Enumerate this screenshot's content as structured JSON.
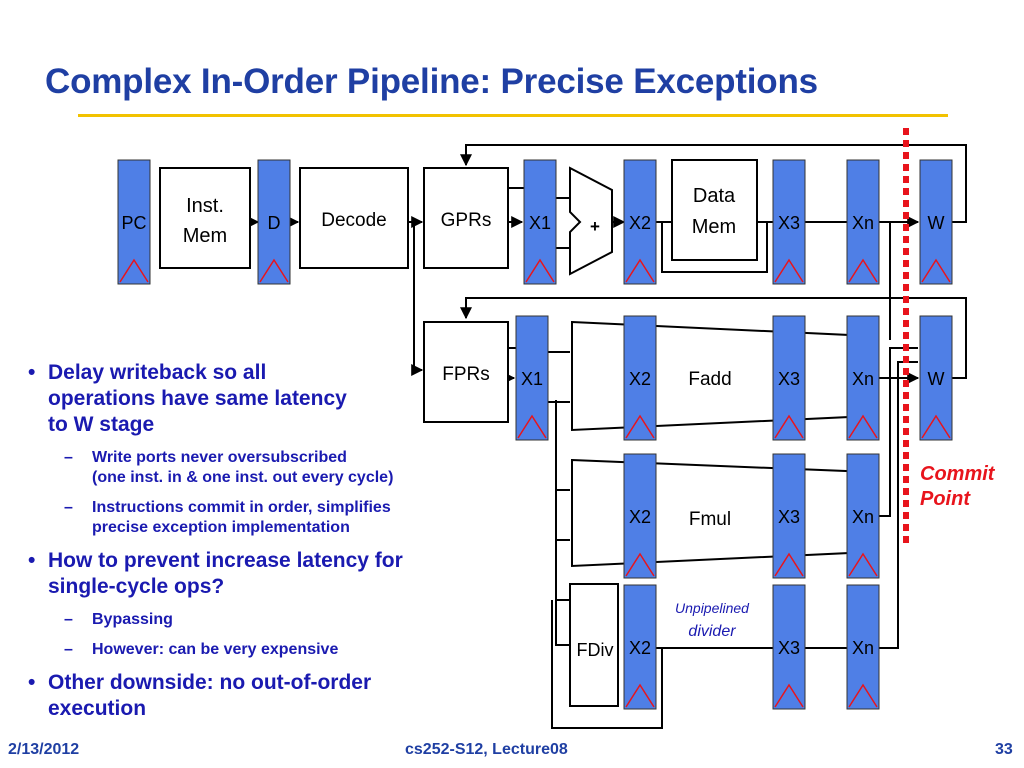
{
  "slide": {
    "title": "Complex In-Order Pipeline: Precise Exceptions",
    "footer": {
      "date": "2/13/2012",
      "course": "cs252-S12, Lecture08",
      "page": "33"
    }
  },
  "diagram": {
    "stages": {
      "pc": "PC",
      "d": "D",
      "w": "W",
      "x1": "X1",
      "x2": "X2",
      "x3": "X3",
      "xn": "Xn"
    },
    "units": {
      "inst_mem": [
        "Inst.",
        "Mem"
      ],
      "decode": "Decode",
      "gprs": "GPRs",
      "fprs": "FPRs",
      "data_mem": [
        "Data",
        "Mem"
      ],
      "alu": "+",
      "fadd": "Fadd",
      "fmul": "Fmul",
      "fdiv": "FDiv",
      "unpipelined": [
        "Unpipelined",
        "divider"
      ]
    },
    "commit_point": [
      "Commit",
      "Point"
    ]
  },
  "bullets": [
    {
      "level": 1,
      "text": [
        "Delay writeback so all",
        "operations have same latency",
        "to W stage"
      ]
    },
    {
      "level": 2,
      "text": [
        "Write ports never oversubscribed",
        "(one inst. in & one inst. out every cycle)"
      ]
    },
    {
      "level": 2,
      "text": [
        "Instructions commit in order, simplifies",
        "precise exception implementation"
      ]
    },
    {
      "level": 1,
      "text": [
        "How to prevent increase latency for",
        "single-cycle ops?"
      ]
    },
    {
      "level": 2,
      "text": [
        "Bypassing"
      ]
    },
    {
      "level": 2,
      "text": [
        "However: can be very expensive"
      ]
    },
    {
      "level": 1,
      "text": [
        "Other downside: no out-of-order",
        "execution"
      ]
    }
  ],
  "colors": {
    "title": "#1f3fa3",
    "rule": "#f2c200",
    "register": "#4f7fe6",
    "latch_triangle": "#e8141c",
    "commit": "#e8141c",
    "bullet_text": "#1a1ab0"
  }
}
